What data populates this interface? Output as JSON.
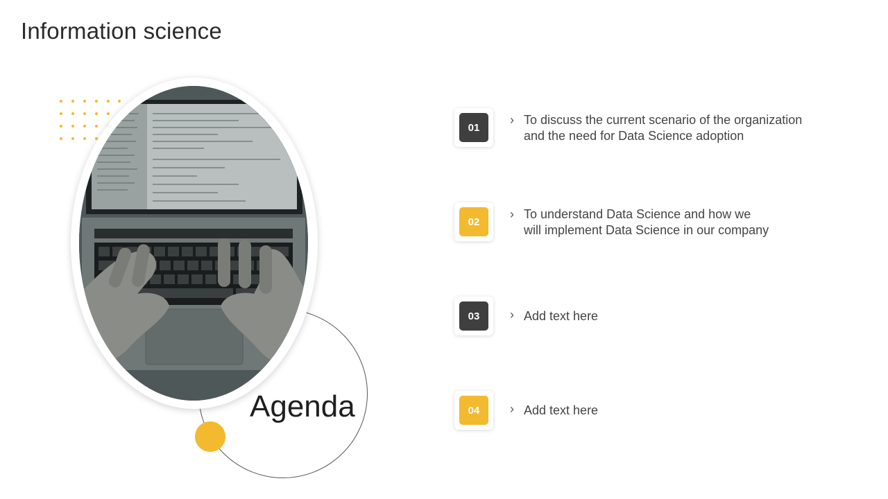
{
  "slide": {
    "title": "Information science",
    "agenda_label": "Agenda"
  },
  "colors": {
    "accent_yellow": "#f3b92f",
    "dark_gray": "#3f3f3f"
  },
  "items": [
    {
      "number": "01",
      "style": "dark",
      "text": "To discuss the current scenario of the organization\nand the need for Data Science adoption"
    },
    {
      "number": "02",
      "style": "yellow",
      "text": "To understand Data Science and how we\nwill implement Data Science in our company"
    },
    {
      "number": "03",
      "style": "dark",
      "text": "Add text here"
    },
    {
      "number": "04",
      "style": "yellow",
      "text": "Add text here"
    }
  ],
  "photo": {
    "subject": "hands typing on laptop keyboard with code on screen"
  },
  "icons": {
    "bullet": "chevron-right-icon"
  }
}
